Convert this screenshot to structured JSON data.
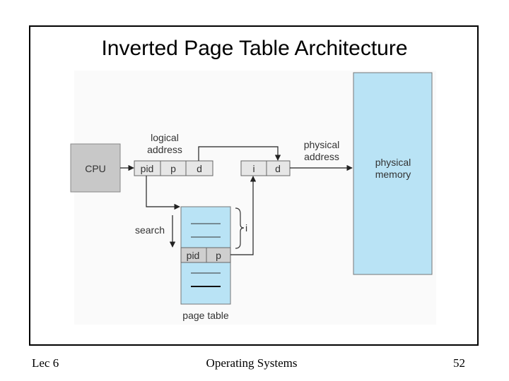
{
  "title": "Inverted Page Table Architecture",
  "diagram": {
    "cpu_label": "CPU",
    "logical_address_label": [
      "logical",
      "address"
    ],
    "logical_fields": [
      "pid",
      "p",
      "d"
    ],
    "physical_address_label": [
      "physical",
      "address"
    ],
    "physical_fields": [
      "i",
      "d"
    ],
    "physical_memory_label": [
      "physical",
      "memory"
    ],
    "search_label": "search",
    "index_label": "i",
    "page_table_entry": [
      "pid",
      "p"
    ],
    "page_table_label": "page table",
    "colors": {
      "cpu_fill": "#c8c8c8",
      "field_fill": "#e6e6e6",
      "memory_fill": "#b9e3f5",
      "page_table_fill": "#b9e3f5",
      "entry_fill": "#cfcfcf"
    }
  },
  "footer": {
    "left": "Lec 6",
    "center": "Operating Systems",
    "right": "52"
  }
}
